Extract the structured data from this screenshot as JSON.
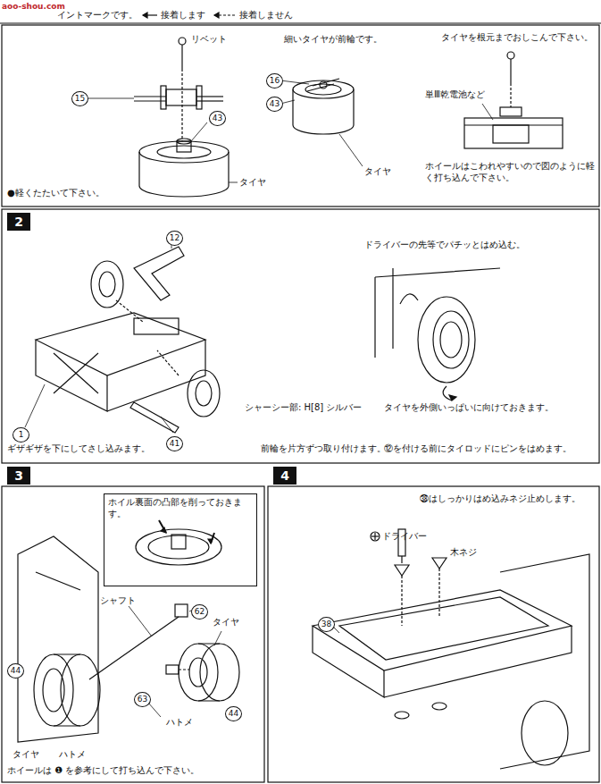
{
  "diagram": {
    "nodes": [
      {
        "text": [
          "2"
        ]
      },
      {
        "text": [
          "3"
        ]
      },
      {
        "text": [
          "ホイル裏面の凸部を削っておきます。"
        ]
      },
      {
        "text": [
          "4"
        ]
      }
    ],
    "labels": [
      "イントマークです。",
      "接着します",
      "接着しません",
      "aoo-shou.com",
      "リベット",
      "15",
      "43",
      "●軽くたたいて下さい。",
      "タイヤ",
      "細いタイヤが前輪です。",
      "16",
      "43",
      "タイヤ",
      "タイヤを根元までおしこんで下さい。",
      "単Ⅲ乾電池など",
      "ホイールはこわれやすいので図のように軽く打ち込んで下さい。",
      "12",
      "ドライバーの先等でパチッとはめ込む。",
      "1",
      "シャーシー部: H[8] シルバー",
      "タイヤを外側いっぱいに向けておきます。",
      "ギザギザを下にしてさし込みます。",
      "41",
      "前輪を片方ずつ取り付けます。",
      "⑫を付ける前にタイロッドにピンをはめます。",
      "シャフト",
      "62",
      "タイヤ",
      "63",
      "44",
      "ハトメ",
      "44",
      "タイヤ",
      "ハトメ",
      "ホイールは ❶ を参考にして打ち込んで下さい。",
      "㊳はしっかりはめ込みネジ止めします。",
      "ドライバー",
      "木ネジ",
      "38"
    ]
  }
}
